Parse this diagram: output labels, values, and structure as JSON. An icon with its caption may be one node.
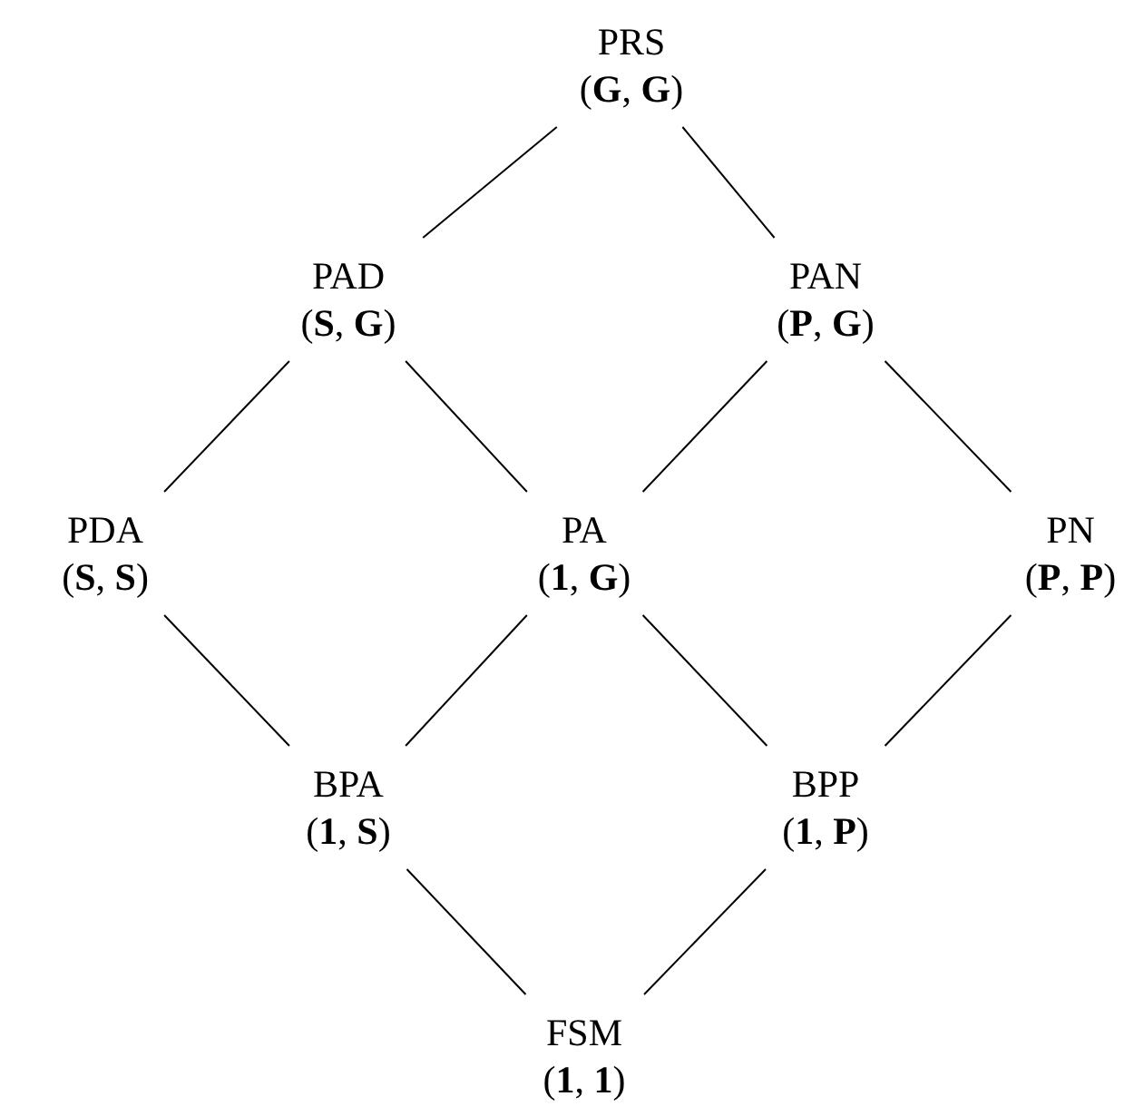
{
  "diagram": {
    "nodes": [
      {
        "text": [
          "PRS",
          "(**G**, **G**)"
        ]
      },
      {
        "text": [
          "PAD",
          "(**S**, **G**)"
        ]
      },
      {
        "text": [
          "PAN",
          "(**P**, **G**)"
        ]
      },
      {
        "text": [
          "PDA",
          "(**S**, **S**)"
        ]
      },
      {
        "text": [
          "PA",
          "(**1**, **G**)"
        ]
      },
      {
        "text": [
          "PN",
          "(**P**, **P**)"
        ]
      },
      {
        "text": [
          "BPA",
          "(**1**, **S**)"
        ]
      },
      {
        "text": [
          "BPP",
          "(**1**, **P**)"
        ]
      },
      {
        "text": [
          "FSM",
          "(**1**, **1**)"
        ]
      }
    ],
    "edges": [
      {
        "from": 0,
        "to": 1,
        "arrow": "none"
      },
      {
        "from": 0,
        "to": 2,
        "arrow": "none"
      },
      {
        "from": 1,
        "to": 3,
        "arrow": "none"
      },
      {
        "from": 1,
        "to": 4,
        "arrow": "none"
      },
      {
        "from": 2,
        "to": 4,
        "arrow": "none"
      },
      {
        "from": 2,
        "to": 5,
        "arrow": "none"
      },
      {
        "from": 3,
        "to": 6,
        "arrow": "none"
      },
      {
        "from": 4,
        "to": 6,
        "arrow": "none"
      },
      {
        "from": 4,
        "to": 7,
        "arrow": "none"
      },
      {
        "from": 5,
        "to": 7,
        "arrow": "none"
      },
      {
        "from": 6,
        "to": 8,
        "arrow": "none"
      },
      {
        "from": 7,
        "to": 8,
        "arrow": "none"
      }
    ]
  }
}
